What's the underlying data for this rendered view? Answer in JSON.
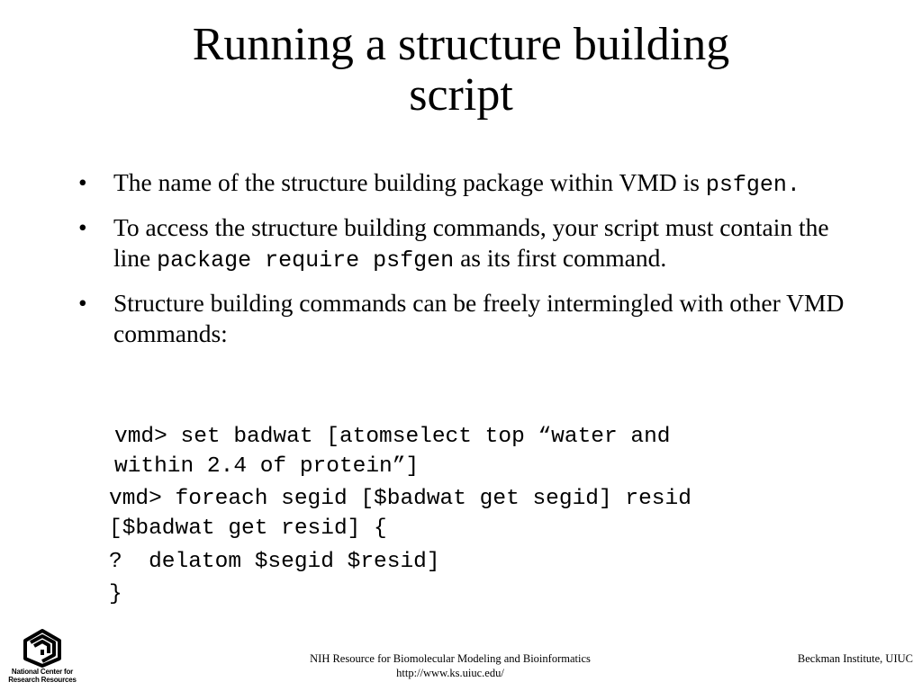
{
  "slide": {
    "title_line1": "Running a structure building",
    "title_line2": "script"
  },
  "bullets": [
    {
      "text_a": "The name of the structure building package within VMD is ",
      "code": "psfgen.",
      "text_b": ""
    },
    {
      "text_a": "To access the structure building commands, your script must contain the line ",
      "code": "package require psfgen",
      "text_b": " as its first command."
    },
    {
      "text_a": "Structure building commands can be freely intermingled with other VMD commands:",
      "code": "",
      "text_b": ""
    }
  ],
  "bullet_symbol": "•",
  "code_block": {
    "line1": "vmd> set badwat [atomselect top “water and",
    "line2": "within 2.4 of protein”]",
    "line3": "vmd> foreach segid [$badwat get segid] resid",
    "line4": "[$badwat get resid] {",
    "line5": "?  delatom $segid $resid]",
    "line6": "}"
  },
  "footer": {
    "center_line1": "NIH Resource for Biomolecular Modeling and Bioinformatics",
    "center_line2": "http://www.ks.uiuc.edu/",
    "right": "Beckman Institute, UIUC",
    "logo_line1": "National Center for",
    "logo_line2": "Research Resources"
  }
}
